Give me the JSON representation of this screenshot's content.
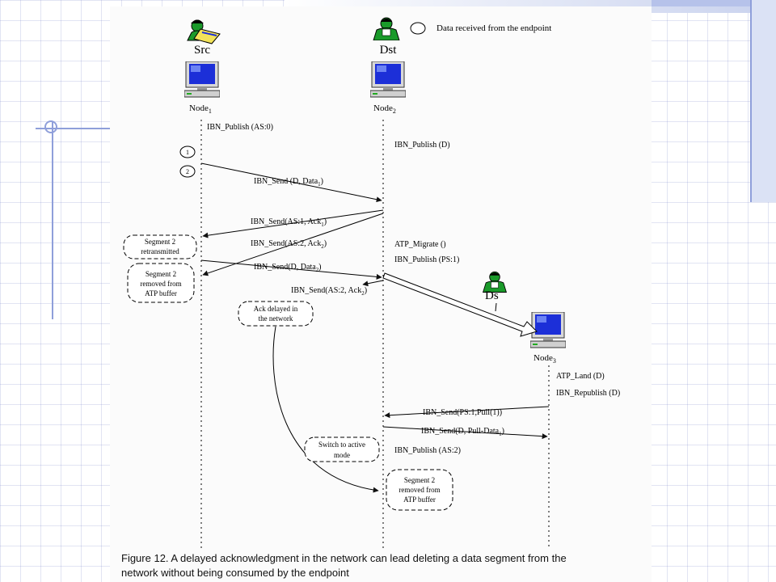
{
  "legend": {
    "text": "Data received from the endpoint"
  },
  "actors": {
    "src": "Src",
    "dst": "Dst",
    "ds": "Ds"
  },
  "nodes": {
    "node1": {
      "label": "Node",
      "sub": "1"
    },
    "node2": {
      "label": "Node",
      "sub": "2"
    },
    "node3": {
      "label": "Node",
      "sub": "3"
    }
  },
  "step_markers": [
    "1",
    "2"
  ],
  "messages": {
    "publish_as0": "IBN_Publish (AS:0)",
    "publish_d": "IBN_Publish (D)",
    "send_data1": {
      "text": "IBN_Send (D, Data",
      "sub": "1",
      "end": ")"
    },
    "send_ack1": {
      "text": "IBN_Send(AS:1, Ack",
      "sub": "1",
      "end": ")"
    },
    "send_ack2a": {
      "text": "IBN_Send(AS:2, Ack",
      "sub": "2",
      "end": ")"
    },
    "send_data2": {
      "text": "IBN_Send(D, Data",
      "sub": "2",
      "end": ")"
    },
    "send_ack2b": {
      "text": "IBN_Send(AS:2, Ack",
      "sub": "2",
      "end": ")"
    },
    "atp_migrate": "ATP_Migrate ()",
    "publish_ps1": "IBN_Publish (PS:1)",
    "atp_land": "ATP_Land (D)",
    "republish": "IBN_Republish (D)",
    "send_pull": "IBN_Send(PS:1,Pull(1))",
    "send_pulldata": {
      "text": "IBN_Send(D, Pull-Data",
      "sub": "1",
      "end": ")"
    },
    "publish_as2": "IBN_Publish (AS:2)"
  },
  "notes": {
    "seg2_retransmitted": [
      "Segment 2",
      "retransmitted"
    ],
    "seg2_removed_src": [
      "Segment 2",
      "removed from",
      "ATP buffer"
    ],
    "ack_delayed": [
      "Ack delayed in",
      "the network"
    ],
    "switch_active": [
      "Switch to active",
      "mode"
    ],
    "seg2_removed_dst": [
      "Segment 2",
      "removed from",
      "ATP buffer"
    ]
  },
  "caption": {
    "line1": "Figure 12. A delayed acknowledgment in the network can lead deleting a data segment from the",
    "line2": "network without being consumed by the endpoint"
  },
  "colors": {
    "person_green": "#1a9a2a",
    "monitor_blue": "#1c2fd8",
    "slide_accent": "#8f9fda"
  }
}
